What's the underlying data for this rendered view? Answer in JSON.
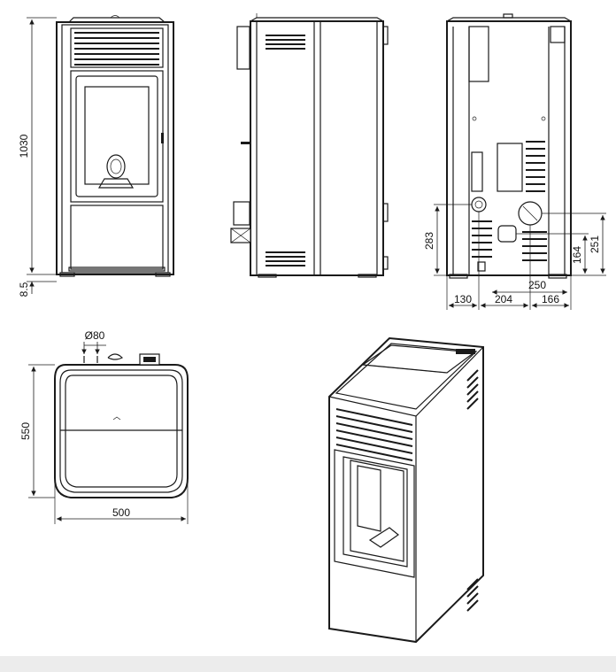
{
  "dimensions": {
    "front_height": "1030",
    "foot_height": "8.5",
    "rear_outlet_height": "283",
    "left_offset": "130",
    "center_spacing": "204",
    "right_offset": "166",
    "inlet_height": "164",
    "pipe_height": "251",
    "inner_width": "250",
    "flue_diameter": "Ø80",
    "depth": "550",
    "width": "500"
  },
  "colors": {
    "line": "#1a1a1a",
    "background": "#ffffff",
    "footer": "#ececec"
  }
}
